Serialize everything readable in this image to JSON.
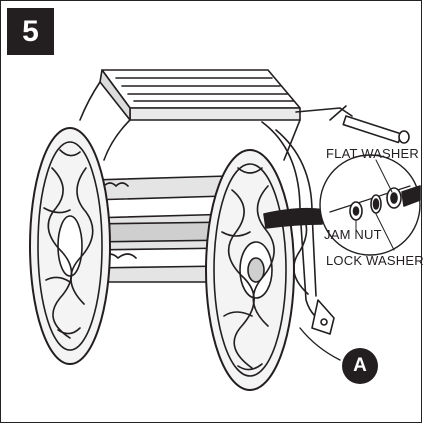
{
  "step": {
    "number": "5"
  },
  "labels": {
    "flat_washer": "FLAT WASHER",
    "jam_nut": "JAM NUT",
    "lock_washer": "LOCK WASHER"
  },
  "callout": {
    "letter": "A"
  },
  "colors": {
    "ink": "#231f20",
    "background": "#ffffff"
  }
}
